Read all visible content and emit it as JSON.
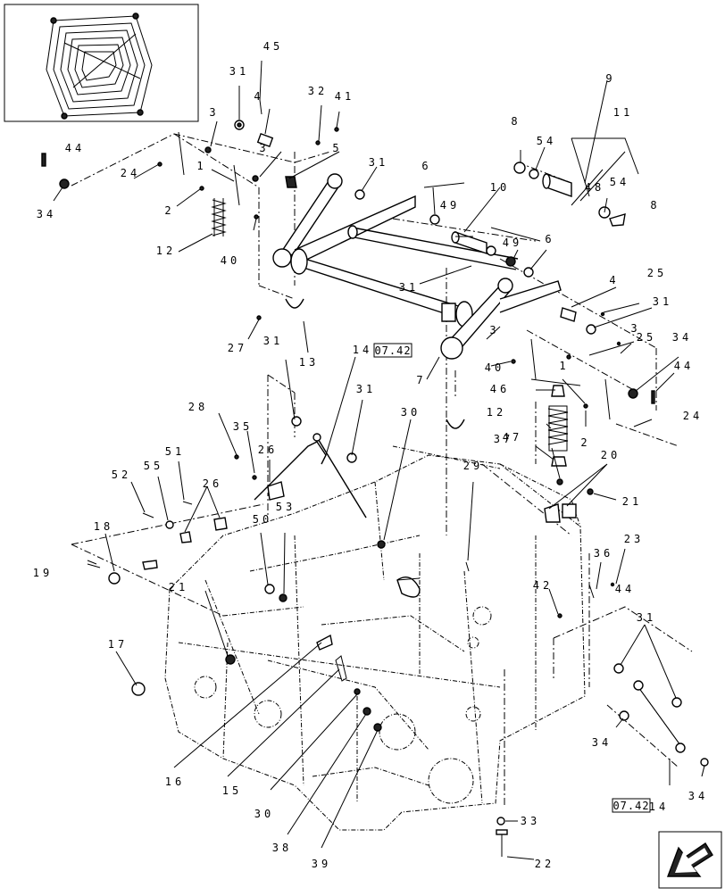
{
  "callouts": [
    {
      "id": "c45",
      "text": "45"
    },
    {
      "id": "c31a",
      "text": "31"
    },
    {
      "id": "c4a",
      "text": "4"
    },
    {
      "id": "c32",
      "text": "32"
    },
    {
      "id": "c41",
      "text": "41"
    },
    {
      "id": "c3a",
      "text": "3"
    },
    {
      "id": "c3b",
      "text": "3"
    },
    {
      "id": "c5",
      "text": "5"
    },
    {
      "id": "c44a",
      "text": "44"
    },
    {
      "id": "c1a",
      "text": "1"
    },
    {
      "id": "c31b",
      "text": "31"
    },
    {
      "id": "c24a",
      "text": "24"
    },
    {
      "id": "c2a",
      "text": "2"
    },
    {
      "id": "c34a",
      "text": "34"
    },
    {
      "id": "c12a",
      "text": "12"
    },
    {
      "id": "c40a",
      "text": "40"
    },
    {
      "id": "c8a",
      "text": "8"
    },
    {
      "id": "c54a",
      "text": "54"
    },
    {
      "id": "c9",
      "text": "9"
    },
    {
      "id": "c11",
      "text": "11"
    },
    {
      "id": "c6a",
      "text": "6"
    },
    {
      "id": "c10",
      "text": "10"
    },
    {
      "id": "c49a",
      "text": "49"
    },
    {
      "id": "c48",
      "text": "48"
    },
    {
      "id": "c54b",
      "text": "54"
    },
    {
      "id": "c8b",
      "text": "8"
    },
    {
      "id": "c49b",
      "text": "49"
    },
    {
      "id": "c6b",
      "text": "6"
    },
    {
      "id": "c31c",
      "text": "31"
    },
    {
      "id": "c25a",
      "text": "25"
    },
    {
      "id": "c4b",
      "text": "4"
    },
    {
      "id": "c31d",
      "text": "31"
    },
    {
      "id": "c27",
      "text": "27"
    },
    {
      "id": "c13",
      "text": "13"
    },
    {
      "id": "c3c",
      "text": "3"
    },
    {
      "id": "c3d",
      "text": "3"
    },
    {
      "id": "c25b",
      "text": "25"
    },
    {
      "id": "c34b",
      "text": "34"
    },
    {
      "id": "c31e",
      "text": "31"
    },
    {
      "id": "c14a",
      "text": "14"
    },
    {
      "id": "c7",
      "text": "7"
    },
    {
      "id": "c40b",
      "text": "40"
    },
    {
      "id": "c1b",
      "text": "1"
    },
    {
      "id": "c44b",
      "text": "44"
    },
    {
      "id": "c46",
      "text": "46"
    },
    {
      "id": "c31f",
      "text": "31"
    },
    {
      "id": "c12b",
      "text": "12"
    },
    {
      "id": "c28",
      "text": "28"
    },
    {
      "id": "c30a",
      "text": "30"
    },
    {
      "id": "c2b",
      "text": "2"
    },
    {
      "id": "c24b",
      "text": "24"
    },
    {
      "id": "c35",
      "text": "35"
    },
    {
      "id": "c47",
      "text": "47"
    },
    {
      "id": "c26a",
      "text": "26"
    },
    {
      "id": "c37",
      "text": "37"
    },
    {
      "id": "c51",
      "text": "51"
    },
    {
      "id": "c29",
      "text": "29"
    },
    {
      "id": "c20",
      "text": "20"
    },
    {
      "id": "c52",
      "text": "52"
    },
    {
      "id": "c55",
      "text": "55"
    },
    {
      "id": "c26b",
      "text": "26"
    },
    {
      "id": "c21a",
      "text": "21"
    },
    {
      "id": "c23",
      "text": "23"
    },
    {
      "id": "c18",
      "text": "18"
    },
    {
      "id": "c50",
      "text": "50"
    },
    {
      "id": "c53",
      "text": "53"
    },
    {
      "id": "c36",
      "text": "36"
    },
    {
      "id": "c19",
      "text": "19"
    },
    {
      "id": "c42",
      "text": "42"
    },
    {
      "id": "c44c",
      "text": "44"
    },
    {
      "id": "c21b",
      "text": "21"
    },
    {
      "id": "c31g",
      "text": "31"
    },
    {
      "id": "c17",
      "text": "17"
    },
    {
      "id": "c34c",
      "text": "34"
    },
    {
      "id": "c16",
      "text": "16"
    },
    {
      "id": "c15",
      "text": "15"
    },
    {
      "id": "c30b",
      "text": "30"
    },
    {
      "id": "c14b",
      "text": "14"
    },
    {
      "id": "c34d",
      "text": "34"
    },
    {
      "id": "c38",
      "text": "38"
    },
    {
      "id": "c39",
      "text": "39"
    },
    {
      "id": "c33",
      "text": "33"
    },
    {
      "id": "c22",
      "text": "22"
    }
  ],
  "references": [
    {
      "id": "r1",
      "text": "07.42"
    },
    {
      "id": "r2",
      "text": "07.42"
    }
  ]
}
